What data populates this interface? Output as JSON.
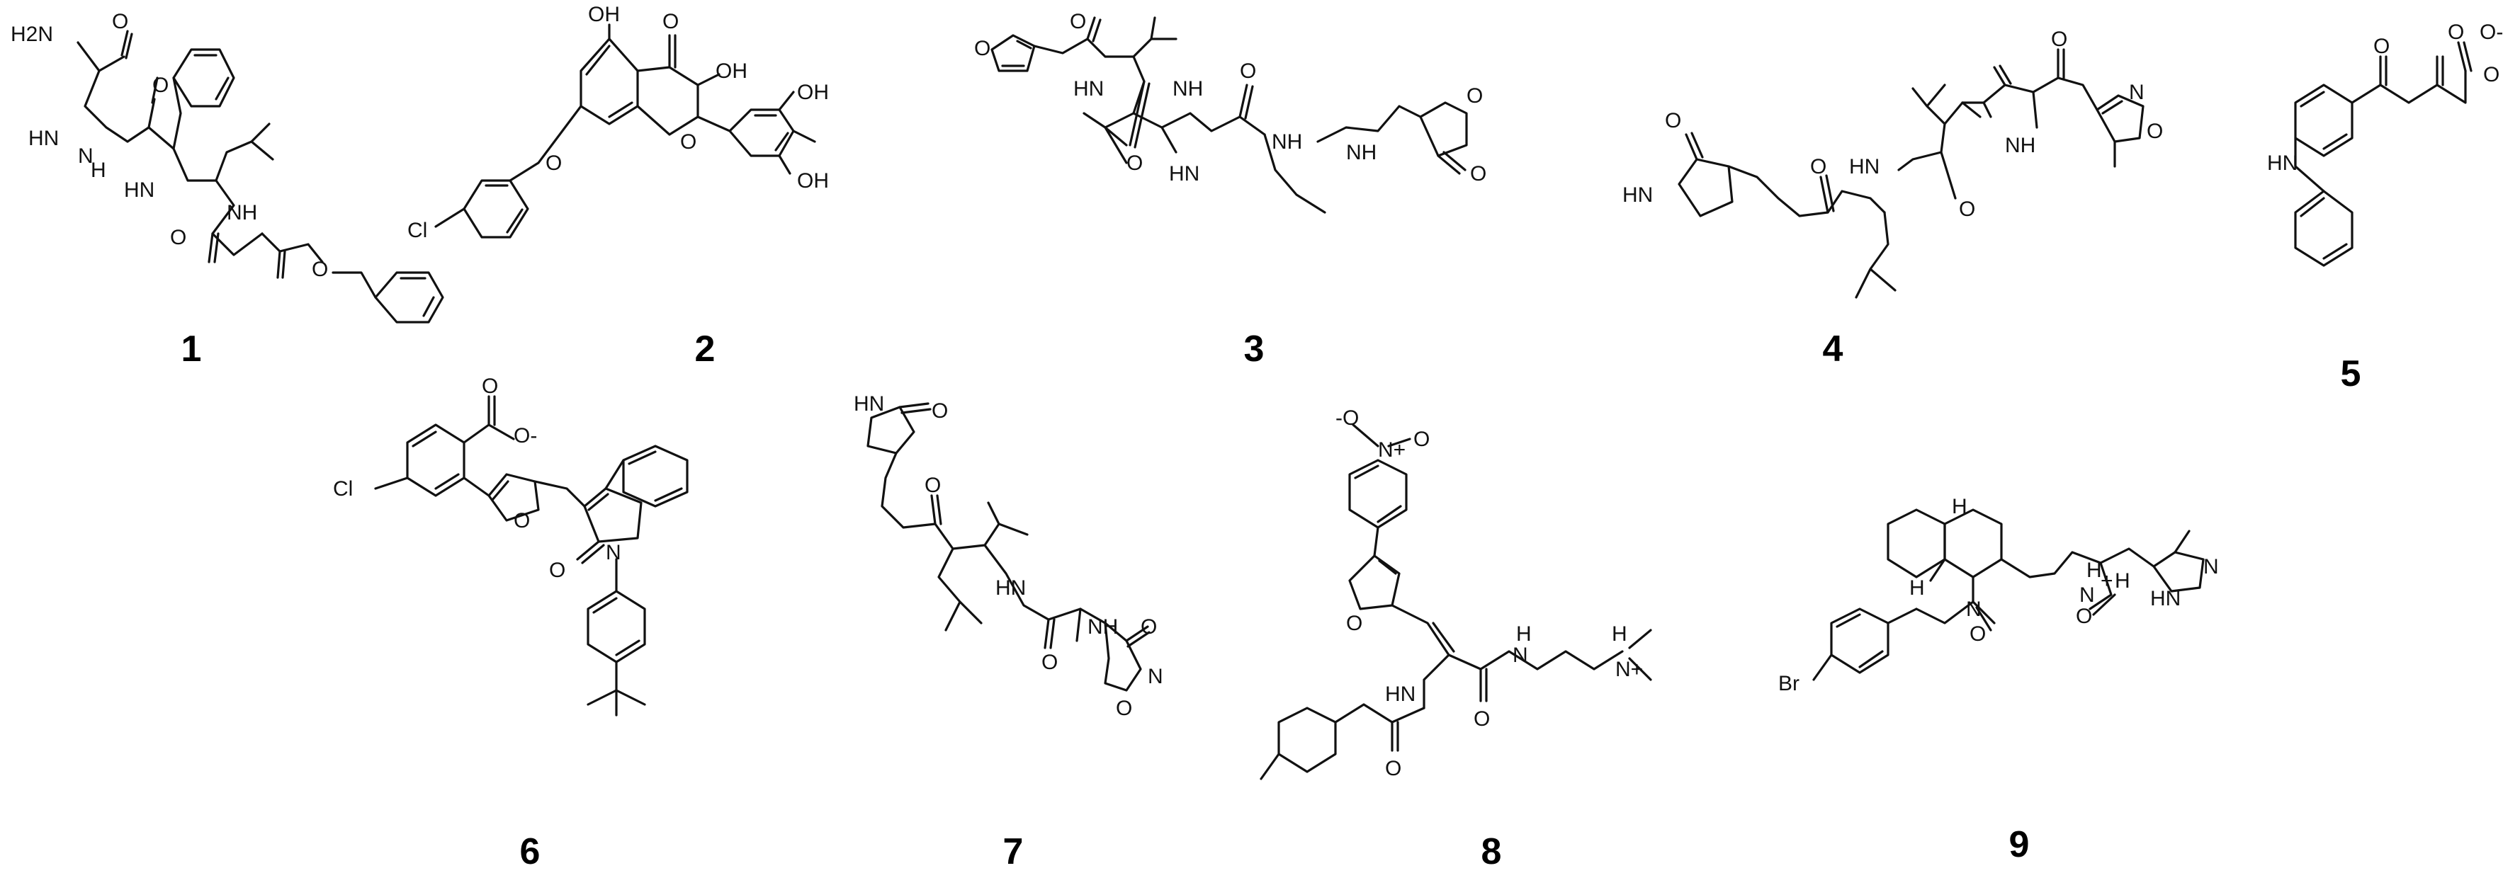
{
  "figure": {
    "compounds": [
      {
        "number": "1",
        "atom_labels": [
          "H2N",
          "O",
          "HN",
          "N",
          "H",
          "O",
          "HN",
          "NH",
          "O",
          "O"
        ]
      },
      {
        "number": "2",
        "atom_labels": [
          "OH",
          "O",
          "OH",
          "O",
          "O",
          "OH",
          "OH",
          "Cl"
        ]
      },
      {
        "number": "3",
        "atom_labels": [
          "O",
          "O",
          "HN",
          "NH",
          "O",
          "O",
          "HN",
          "NH",
          "NH",
          "O",
          "O"
        ]
      },
      {
        "number": "4",
        "atom_labels": [
          "HN",
          "O",
          "O",
          "HN",
          "NH",
          "O",
          "O",
          "N",
          "O"
        ]
      },
      {
        "number": "5",
        "atom_labels": [
          "O",
          "O",
          "O",
          "O-",
          "HN"
        ]
      },
      {
        "number": "6",
        "atom_labels": [
          "O",
          "O-",
          "Cl",
          "O",
          "O",
          "N"
        ]
      },
      {
        "number": "7",
        "atom_labels": [
          "HN",
          "O",
          "O",
          "HN",
          "O",
          "NH",
          "O",
          "O",
          "N"
        ]
      },
      {
        "number": "8",
        "atom_labels": [
          "-O",
          "N+",
          "O",
          "O",
          "HN",
          "O",
          "O",
          "N",
          "H",
          "H",
          "N+"
        ]
      },
      {
        "number": "9",
        "atom_labels": [
          "H",
          "H",
          "N",
          "N",
          "H",
          "H",
          "+",
          "O",
          "O",
          "N",
          "HN",
          "Br"
        ]
      }
    ]
  }
}
